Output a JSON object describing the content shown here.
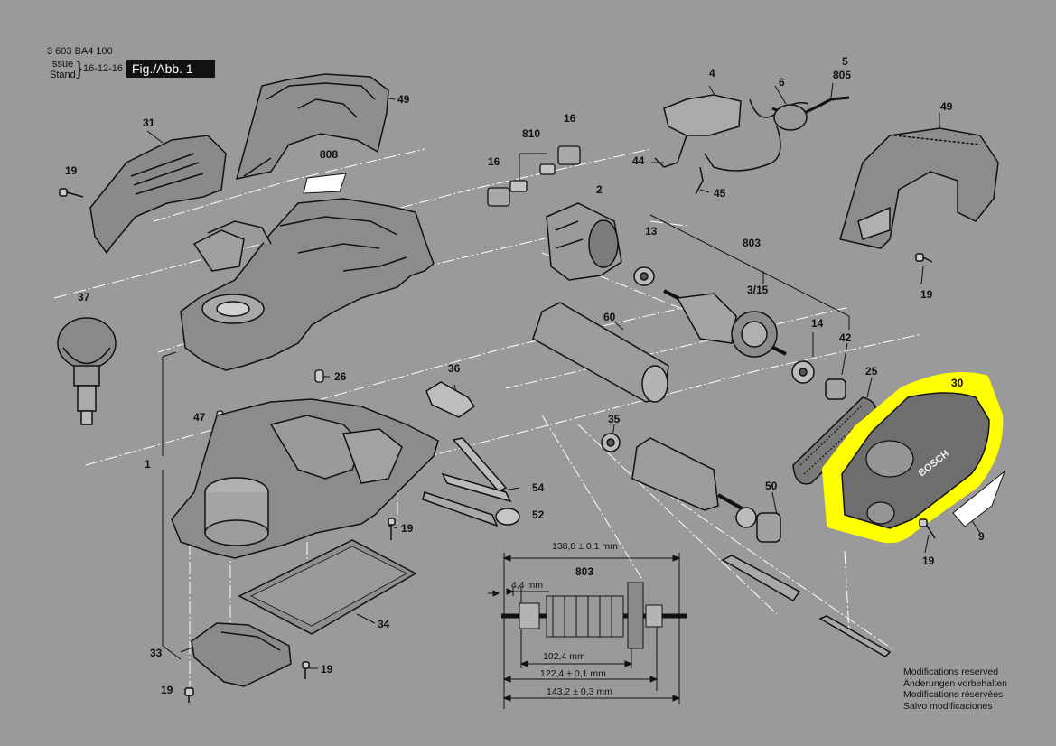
{
  "header": {
    "doc_number": "3 603 BA4 100",
    "issue_label": "Issue",
    "stand_label": "Stand",
    "date": "16-12-16",
    "fig": "Fig./Abb. 1"
  },
  "highlight_color": "#ffff00",
  "parts": [
    {
      "id": "p49a",
      "text": "49"
    },
    {
      "id": "p31",
      "text": "31"
    },
    {
      "id": "p19a",
      "text": "19"
    },
    {
      "id": "p808",
      "text": "808"
    },
    {
      "id": "p37",
      "text": "37"
    },
    {
      "id": "p26",
      "text": "26"
    },
    {
      "id": "p47",
      "text": "47"
    },
    {
      "id": "p1",
      "text": "1"
    },
    {
      "id": "p36",
      "text": "36"
    },
    {
      "id": "p19b",
      "text": "19"
    },
    {
      "id": "p54",
      "text": "54"
    },
    {
      "id": "p52",
      "text": "52"
    },
    {
      "id": "p34",
      "text": "34"
    },
    {
      "id": "p33",
      "text": "33"
    },
    {
      "id": "p19c",
      "text": "19"
    },
    {
      "id": "p19d",
      "text": "19"
    },
    {
      "id": "p810",
      "text": "810"
    },
    {
      "id": "p16a",
      "text": "16"
    },
    {
      "id": "p16b",
      "text": "16"
    },
    {
      "id": "p2",
      "text": "2"
    },
    {
      "id": "p13",
      "text": "13"
    },
    {
      "id": "p803a",
      "text": "803"
    },
    {
      "id": "p315",
      "text": "3/15"
    },
    {
      "id": "p14",
      "text": "14"
    },
    {
      "id": "p42",
      "text": "42"
    },
    {
      "id": "p60",
      "text": "60"
    },
    {
      "id": "p35",
      "text": "35"
    },
    {
      "id": "p25",
      "text": "25"
    },
    {
      "id": "p4",
      "text": "4"
    },
    {
      "id": "p5",
      "text": "5"
    },
    {
      "id": "p805",
      "text": "805"
    },
    {
      "id": "p6",
      "text": "6"
    },
    {
      "id": "p44",
      "text": "44"
    },
    {
      "id": "p45",
      "text": "45"
    },
    {
      "id": "p49b",
      "text": "49"
    },
    {
      "id": "p19e",
      "text": "19"
    },
    {
      "id": "p30",
      "text": "30"
    },
    {
      "id": "p9",
      "text": "9"
    },
    {
      "id": "p19f",
      "text": "19"
    },
    {
      "id": "p50",
      "text": "50"
    },
    {
      "id": "p803b",
      "text": "803"
    }
  ],
  "dimensions": {
    "d1388": "138,8 ± 0,1 mm",
    "d44": "4,4 mm",
    "d1024": "102,4 mm",
    "d1224": "122,4 ± 0,1 mm",
    "d1432": "143,2 ± 0,3 mm"
  },
  "brand": "BOSCH",
  "modifications": [
    "Modifications reserved",
    "Änderungen vorbehalten",
    "Modifications réservées",
    "Salvo modificaciones"
  ]
}
